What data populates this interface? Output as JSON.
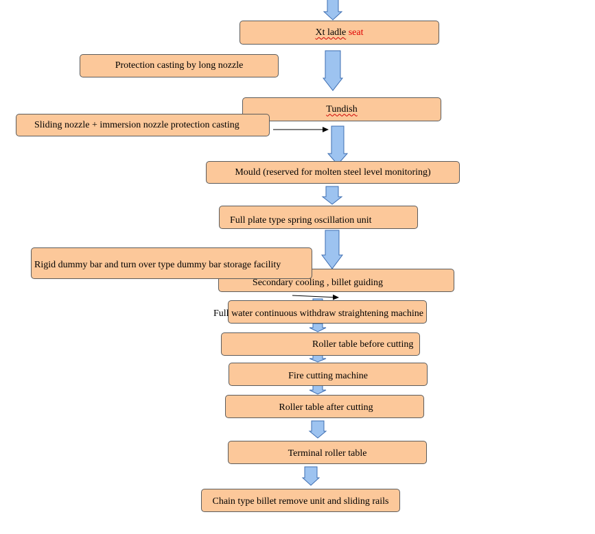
{
  "colors": {
    "box_fill": "#fcc89a",
    "box_border": "#5a5a5a",
    "arrow_fill": "#9dc3f0",
    "arrow_stroke": "#3c6cb0",
    "highlight_text": "#e00000"
  },
  "steps": {
    "ladle_prefix": "Xt ladle",
    "ladle_seat": "seat",
    "tundish": "Tundish",
    "mould": "Mould (reserved for molten steel level monitoring)",
    "oscillation": "Full plate type spring oscillation unit",
    "secondary_cooling": "Secondary cooling , billet guiding",
    "withdraw": "Full water continuous withdraw straightening machine",
    "roller_before": "Roller table before cutting",
    "fire_cutting": "Fire cutting machine",
    "roller_after": "Roller table after cutting",
    "terminal_roller": "Terminal roller table",
    "chain_unit": "Chain type billet remove unit and sliding rails"
  },
  "notes": {
    "long_nozzle": "Protection casting by long nozzle",
    "sliding_nozzle": "Sliding nozzle + immersion nozzle protection casting",
    "dummy_bar": "Rigid dummy bar and turn over type dummy bar storage facility"
  }
}
